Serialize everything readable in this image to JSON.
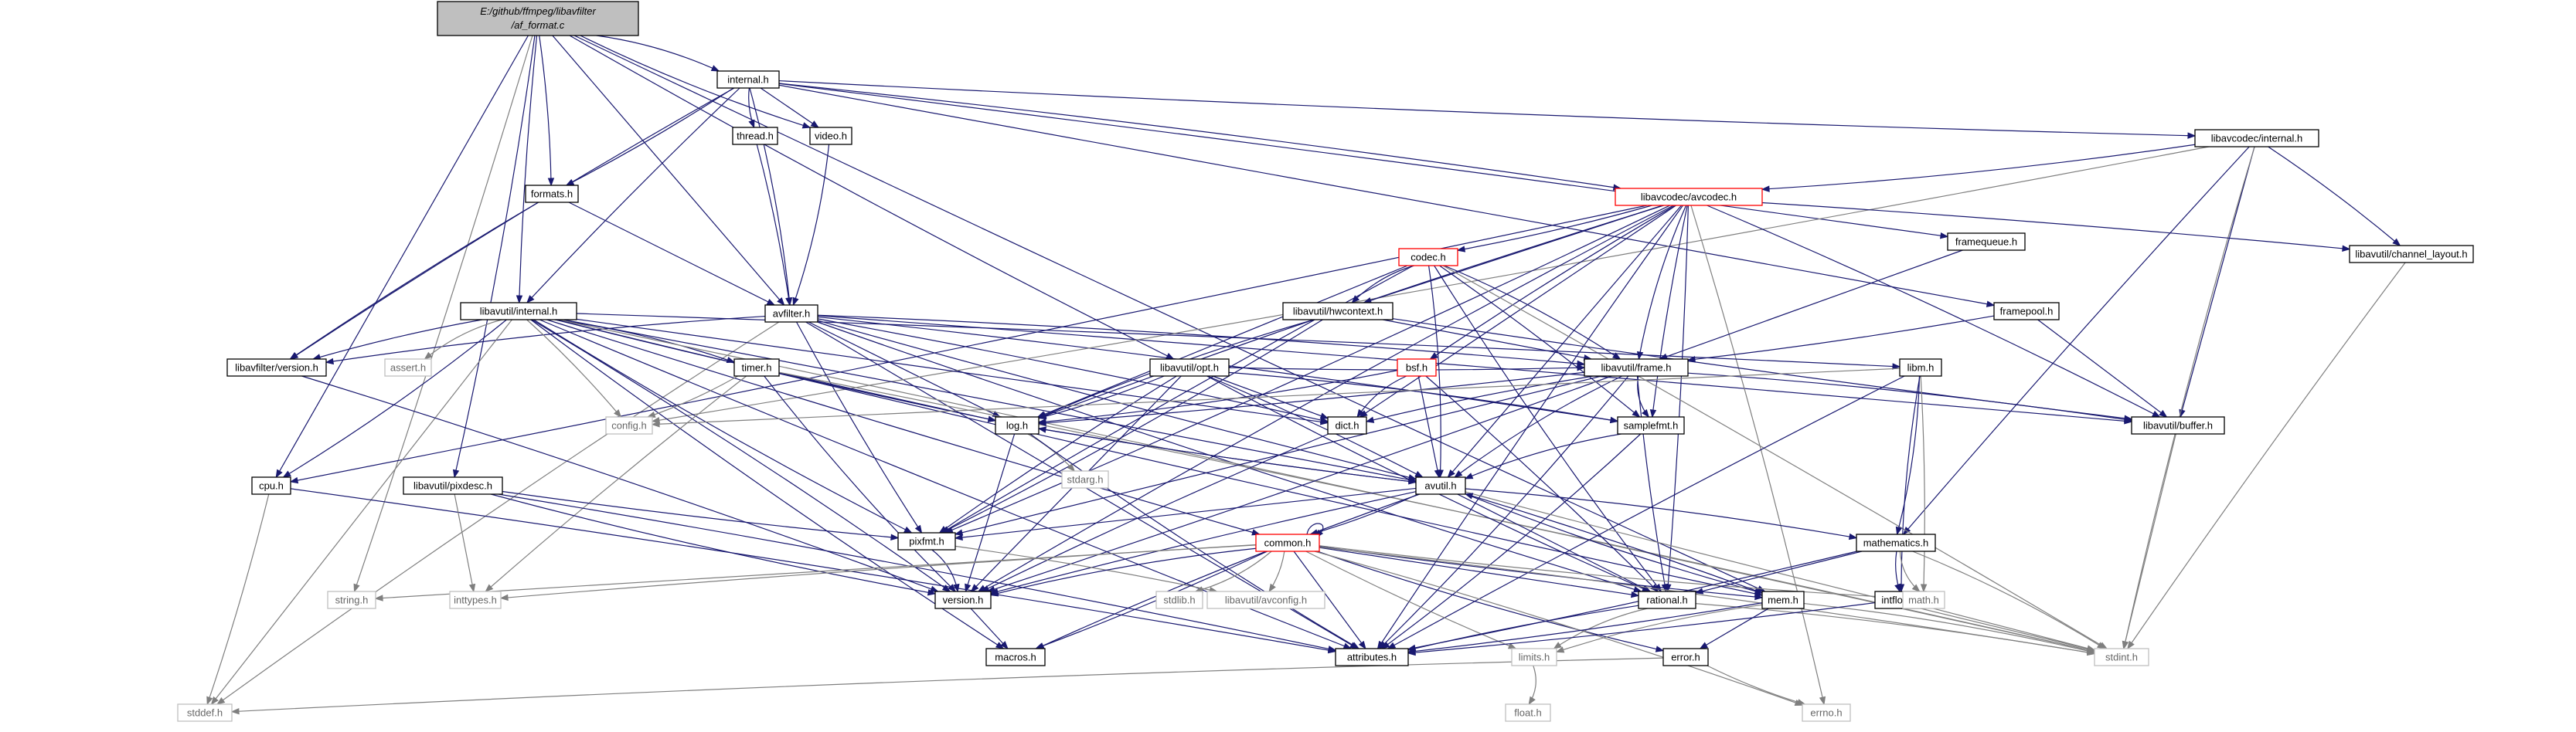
{
  "root_title_lines": [
    "E:/github/ffmpeg/libavfilter",
    "/af_format.c"
  ],
  "colors": {
    "edge": "#191970",
    "ext_edge": "#7f7f7f",
    "ext_border": "#bfbfbf",
    "highlight_border": "#ff0000",
    "root_fill": "#bfbfbf"
  },
  "nodes": [
    {
      "id": "root",
      "label": "E:/github/ffmpeg/libavfilter/af_format.c"
    },
    {
      "id": "internal",
      "label": "internal.h"
    },
    {
      "id": "video",
      "label": "video.h"
    },
    {
      "id": "thread",
      "label": "thread.h"
    },
    {
      "id": "formats",
      "label": "formats.h"
    },
    {
      "id": "avfilter",
      "label": "avfilter.h"
    },
    {
      "id": "avcodec_internal",
      "label": "libavcodec/internal.h"
    },
    {
      "id": "avcodec",
      "label": "libavcodec/avcodec.h"
    },
    {
      "id": "framequeue",
      "label": "framequeue.h"
    },
    {
      "id": "channel_layout",
      "label": "libavutil/channel_layout.h"
    },
    {
      "id": "codec",
      "label": "codec.h"
    },
    {
      "id": "hwcontext",
      "label": "libavutil/hwcontext.h"
    },
    {
      "id": "framepool",
      "label": "framepool.h"
    },
    {
      "id": "avutil_internal",
      "label": "libavutil/internal.h"
    },
    {
      "id": "lavfi_version",
      "label": "libavfilter/version.h"
    },
    {
      "id": "assert",
      "label": "assert.h"
    },
    {
      "id": "timer",
      "label": "timer.h"
    },
    {
      "id": "config",
      "label": "config.h"
    },
    {
      "id": "opt",
      "label": "libavutil/opt.h"
    },
    {
      "id": "bsf",
      "label": "bsf.h"
    },
    {
      "id": "frame",
      "label": "libavutil/frame.h"
    },
    {
      "id": "libm",
      "label": "libm.h"
    },
    {
      "id": "buffer",
      "label": "libavutil/buffer.h"
    },
    {
      "id": "dict",
      "label": "dict.h"
    },
    {
      "id": "samplefmt",
      "label": "samplefmt.h"
    },
    {
      "id": "log",
      "label": "log.h"
    },
    {
      "id": "stdarg",
      "label": "stdarg.h"
    },
    {
      "id": "cpu",
      "label": "cpu.h"
    },
    {
      "id": "pixdesc",
      "label": "libavutil/pixdesc.h"
    },
    {
      "id": "avutil",
      "label": "avutil.h"
    },
    {
      "id": "pixfmt",
      "label": "pixfmt.h"
    },
    {
      "id": "common",
      "label": "common.h"
    },
    {
      "id": "mathematics",
      "label": "mathematics.h"
    },
    {
      "id": "string",
      "label": "string.h"
    },
    {
      "id": "inttypes",
      "label": "inttypes.h"
    },
    {
      "id": "version",
      "label": "version.h"
    },
    {
      "id": "stdlib",
      "label": "stdlib.h"
    },
    {
      "id": "avconfig",
      "label": "libavutil/avconfig.h"
    },
    {
      "id": "rational",
      "label": "rational.h"
    },
    {
      "id": "mem",
      "label": "mem.h"
    },
    {
      "id": "intfloat",
      "label": "intfloat.h"
    },
    {
      "id": "math",
      "label": "math.h"
    },
    {
      "id": "stdint",
      "label": "stdint.h"
    },
    {
      "id": "macros",
      "label": "macros.h"
    },
    {
      "id": "attributes",
      "label": "attributes.h"
    },
    {
      "id": "limits",
      "label": "limits.h"
    },
    {
      "id": "error",
      "label": "error.h"
    },
    {
      "id": "stddef",
      "label": "stddef.h"
    },
    {
      "id": "errno",
      "label": "errno.h"
    },
    {
      "id": "float",
      "label": "float.h"
    }
  ]
}
